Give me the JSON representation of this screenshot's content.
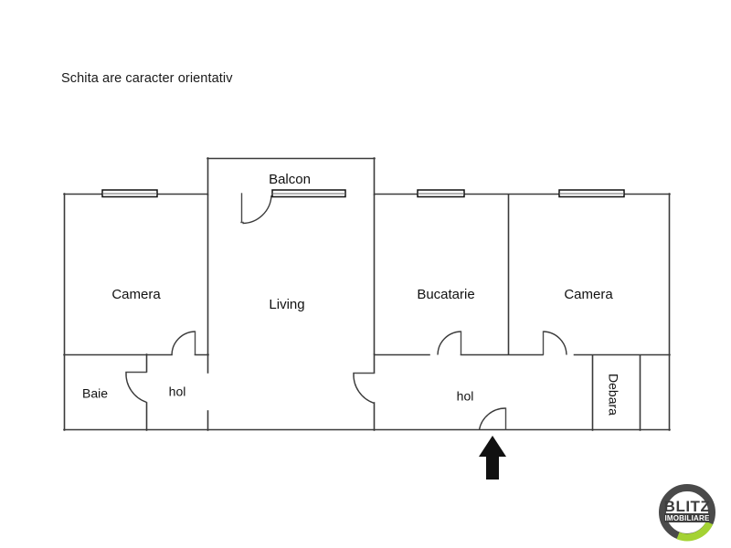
{
  "page": {
    "background_color": "#ffffff",
    "title_note": "Schita are caracter orientativ"
  },
  "floorplan": {
    "stroke_color": "#3a3a3a",
    "rooms": [
      {
        "id": "camera-left",
        "label": "Camera"
      },
      {
        "id": "living",
        "label": "Living"
      },
      {
        "id": "balcon",
        "label": "Balcon"
      },
      {
        "id": "bucatarie",
        "label": "Bucatarie"
      },
      {
        "id": "camera-right",
        "label": "Camera"
      },
      {
        "id": "baie",
        "label": "Baie"
      },
      {
        "id": "hol-left",
        "label": "hol"
      },
      {
        "id": "hol-right",
        "label": "hol"
      },
      {
        "id": "debara",
        "label": "Debara"
      }
    ],
    "entrance": {
      "name": "entrance-arrow",
      "description": "front door entry arrow"
    },
    "windows_count": 4,
    "doors_count": 6
  },
  "logo": {
    "brand": "BLITZ",
    "tagline": "IMOBILIARE",
    "ring_color": "#4a4a4a",
    "accent_color": "#a4d233",
    "text_color": "#3d3d3d",
    "tagline_bg": "#3d3d3d",
    "tagline_color": "#ffffff"
  }
}
